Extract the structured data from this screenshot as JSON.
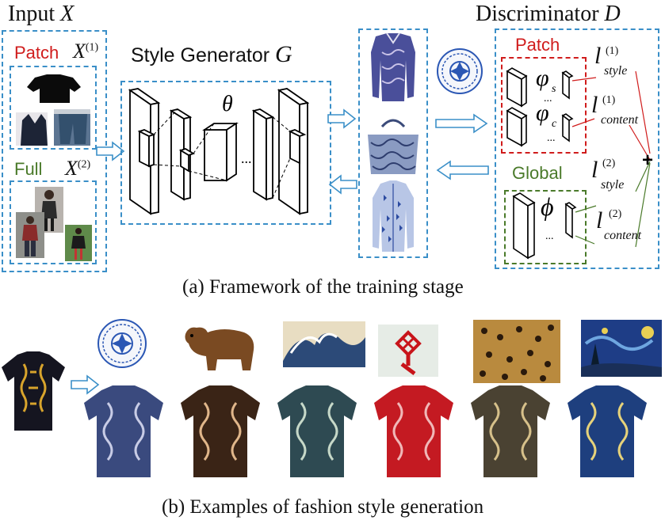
{
  "top_left": {
    "input_label": "Input",
    "input_var": "X",
    "patch_label": "Patch",
    "patch_var": "X",
    "patch_sup": "(1)",
    "full_label": "Full",
    "full_var": "X",
    "full_sup": "(2)"
  },
  "generator": {
    "label": "Style Generator",
    "var": "G",
    "theta": "θ",
    "dots": "..."
  },
  "discriminator": {
    "label": "Discriminator",
    "var": "D",
    "patch_label": "Patch",
    "global_label": "Global",
    "phi_s": "φ",
    "phi_s_sub": "s",
    "phi_c": "φ",
    "phi_c_sub": "c",
    "phi": "ϕ",
    "dots": "...",
    "plus": "+",
    "l_style_1": "l",
    "l_style_1_sup": "(1)",
    "l_style_1_sub": "style",
    "l_content_1": "l",
    "l_content_1_sup": "(1)",
    "l_content_1_sub": "content",
    "l_style_2": "l",
    "l_style_2_sup": "(2)",
    "l_style_2_sub": "style",
    "l_content_2": "l",
    "l_content_2_sup": "(2)",
    "l_content_2_sub": "content"
  },
  "captions": {
    "a": "(a) Framework of the training stage",
    "b": "(b) Examples of fashion style generation"
  },
  "colors": {
    "blue_dash": "#3a8fc8",
    "red": "#d01c1c",
    "green": "#4a7a2a",
    "porcelain": "#2b57b4"
  }
}
